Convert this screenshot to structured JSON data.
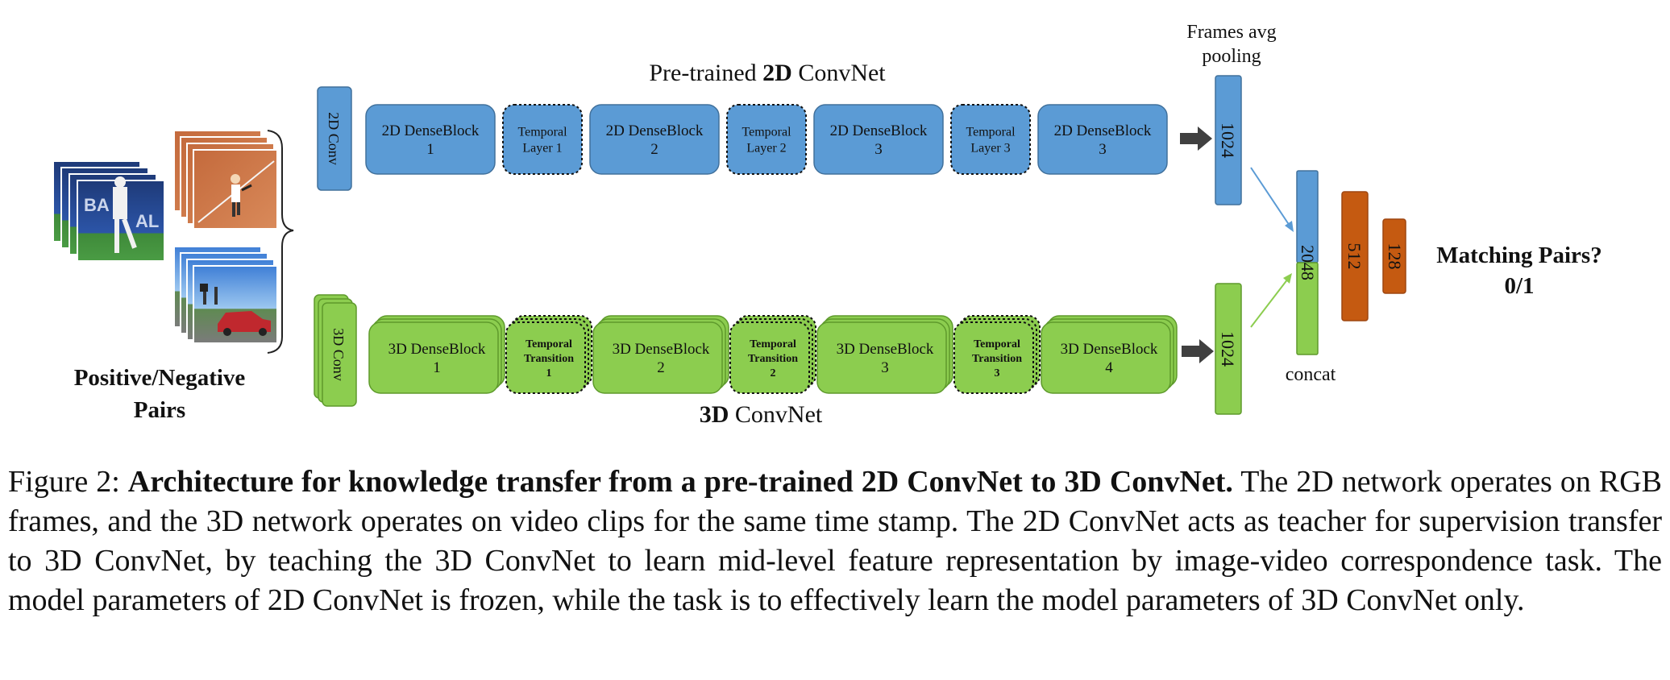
{
  "figure": {
    "input_label": [
      "Positive/Negative",
      "Pairs"
    ],
    "net2d": {
      "title_prefix": "Pre-trained ",
      "title_bold": "2D",
      "title_suffix": " ConvNet",
      "conv_label": "2D Conv",
      "blocks": [
        {
          "kind": "dense",
          "lines": [
            "2D DenseBlock",
            "1"
          ]
        },
        {
          "kind": "temporal",
          "lines": [
            "Temporal",
            "Layer 1"
          ]
        },
        {
          "kind": "dense",
          "lines": [
            "2D DenseBlock",
            "2"
          ]
        },
        {
          "kind": "temporal",
          "lines": [
            "Temporal",
            "Layer 2"
          ]
        },
        {
          "kind": "dense",
          "lines": [
            "2D DenseBlock",
            "3"
          ]
        },
        {
          "kind": "temporal",
          "lines": [
            "Temporal",
            "Layer 3"
          ]
        },
        {
          "kind": "dense",
          "lines": [
            "2D DenseBlock",
            "3"
          ]
        }
      ],
      "feature_dim": "1024"
    },
    "net3d": {
      "title_bold": "3D",
      "title_suffix": " ConvNet",
      "conv_label": "3D Conv",
      "blocks": [
        {
          "kind": "dense",
          "lines": [
            "3D DenseBlock",
            "1"
          ]
        },
        {
          "kind": "temporal",
          "lines": [
            "Temporal",
            "Transition",
            "1"
          ]
        },
        {
          "kind": "dense",
          "lines": [
            "3D DenseBlock",
            "2"
          ]
        },
        {
          "kind": "temporal",
          "lines": [
            "Temporal",
            "Transition",
            "2"
          ]
        },
        {
          "kind": "dense",
          "lines": [
            "3D DenseBlock",
            "3"
          ]
        },
        {
          "kind": "temporal",
          "lines": [
            "Temporal",
            "Transition",
            "3"
          ]
        },
        {
          "kind": "dense",
          "lines": [
            "3D DenseBlock",
            "4"
          ]
        }
      ],
      "feature_dim": "1024"
    },
    "pooling_label": [
      "Frames avg",
      "pooling"
    ],
    "concat_dim": "2048",
    "concat_label": "concat",
    "fc_dims": [
      "512",
      "128"
    ],
    "output_label": [
      "Matching Pairs?",
      "0/1"
    ],
    "colors": {
      "blue": "#5b9bd5",
      "blue_stroke": "#41719c",
      "green": "#8ccd4f",
      "green_stroke": "#5e9a2c",
      "orange": "#c55a11",
      "orange_stroke": "#9e4610"
    }
  },
  "caption": {
    "prefix": "Figure 2: ",
    "bold": "Architecture for knowledge transfer from a pre-trained 2D ConvNet to 3D ConvNet.",
    "text": " The 2D network operates on RGB frames, and the 3D network operates on video clips for the same time stamp.  The 2D ConvNet acts as teacher for supervision transfer to 3D ConvNet, by teaching the 3D ConvNet to learn mid-level feature representation by image-video correspondence task. The model parameters of 2D ConvNet is frozen, while the task is to effectively learn the model parameters of 3D ConvNet only."
  }
}
